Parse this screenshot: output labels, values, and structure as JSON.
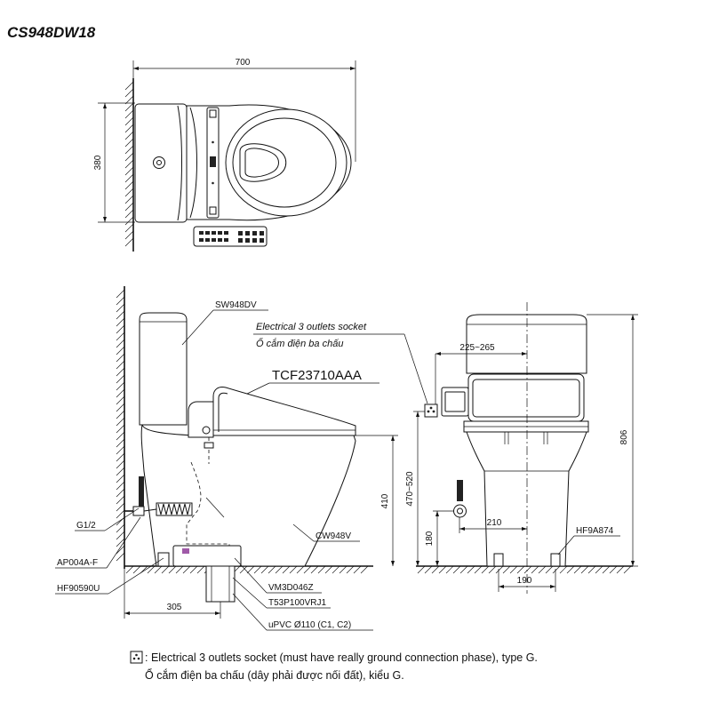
{
  "title": "CS948DW18",
  "top_view": {
    "dim_width": "700",
    "dim_depth": "380"
  },
  "side_view": {
    "labels": {
      "tank_model": "SW948DV",
      "socket_en": "Electrical 3 outlets socket",
      "socket_vi": "Ổ cắm điện ba chấu",
      "seat_model": "TCF23710AAA",
      "inlet": "G1/2",
      "valve": "AP004A-F",
      "hose": "HF90590U",
      "bowl_model": "CW948V",
      "flange": "VM3D046Z",
      "adapter": "T53P100VRJ1",
      "drain_pipe": "uPVC Ø110 (C1, C2)"
    },
    "dims": {
      "seat_height": "410",
      "socket_height": "470~520",
      "rough_in": "305"
    }
  },
  "front_view": {
    "dims": {
      "socket_offset": "225~265",
      "total_height": "806",
      "supply_offset": "210",
      "supply_height": "180",
      "bolt_spacing": "190"
    },
    "labels": {
      "bolt": "HF9A874"
    }
  },
  "legend": {
    "icon": "socket-icon",
    "line1": ": Electrical 3 outlets socket (must have really ground connection phase), type G.",
    "line2": "Ổ cắm điện ba chấu (dây phải được nối đất), kiểu G."
  }
}
